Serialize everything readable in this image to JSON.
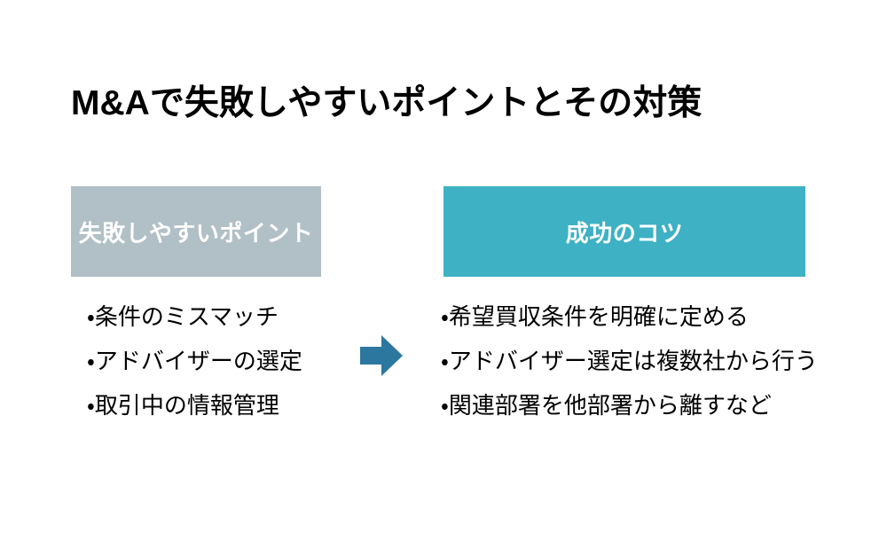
{
  "slide": {
    "title": "M&Aで失敗しやすいポイントとその対策",
    "background_color": "#ffffff"
  },
  "columns": {
    "left": {
      "header": "失敗しやすいポイント",
      "header_bg_color": "#b1bfc6",
      "header_text_color": "#ffffff",
      "items": [
        "・条件のミスマッチ",
        "・アドバイザーの選定",
        "・取引中の情報管理"
      ]
    },
    "right": {
      "header": "成功のコツ",
      "header_bg_color": "#3eb1c4",
      "header_text_color": "#ffffff",
      "items": [
        "・希望買収条件を明確に定める",
        "・アドバイザー選定は複数社から行う",
        "・関連部署を他部署から離すなど"
      ]
    }
  },
  "connector": {
    "icon": "right-arrow-icon",
    "color": "#2b779f",
    "direction": "right"
  }
}
